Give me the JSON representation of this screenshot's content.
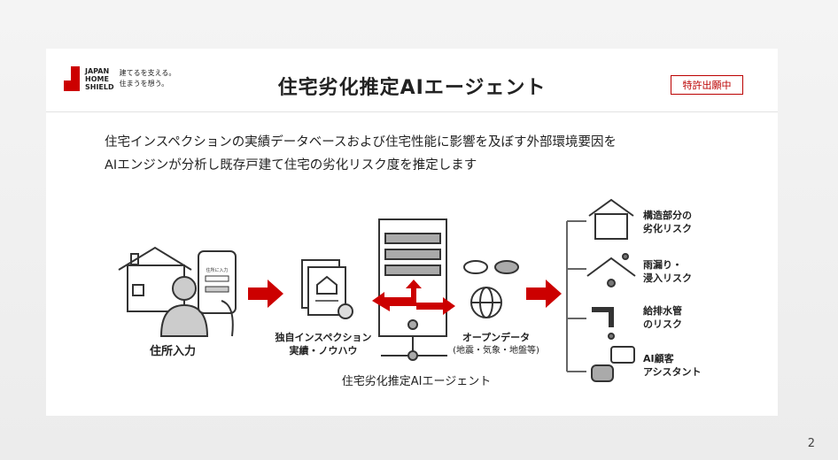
{
  "logo": {
    "words": [
      "JAPAN",
      "HOME",
      "SHIELD"
    ],
    "tagline": [
      "建てるを支える。",
      "住まうを想う。"
    ]
  },
  "title": "住宅劣化推定AIエージェント",
  "badge": "特許出願中",
  "description": [
    "住宅インスペクションの実績データベースおよび住宅性能に影響を及ぼす外部環境要因を",
    "AIエンジンが分析し既存戸建て住宅の劣化リスク度を推定します"
  ],
  "diagram": {
    "phone_label": "住所に入力",
    "address_input": "住所入力",
    "inspection": [
      "独自インスペクション",
      "実績・ノウハウ"
    ],
    "open_data": [
      "オープンデータ",
      "(地震・気象・地盤等)"
    ],
    "agent_label": "住宅劣化推定AIエージェント",
    "outputs": [
      [
        "構造部分の",
        "劣化リスク"
      ],
      [
        "雨漏り・",
        "浸入リスク"
      ],
      [
        "給排水管",
        "のリスク"
      ],
      [
        "AI顧客",
        "アシスタント"
      ]
    ]
  },
  "page_number": "2",
  "colors": {
    "accent": "#c00000"
  }
}
